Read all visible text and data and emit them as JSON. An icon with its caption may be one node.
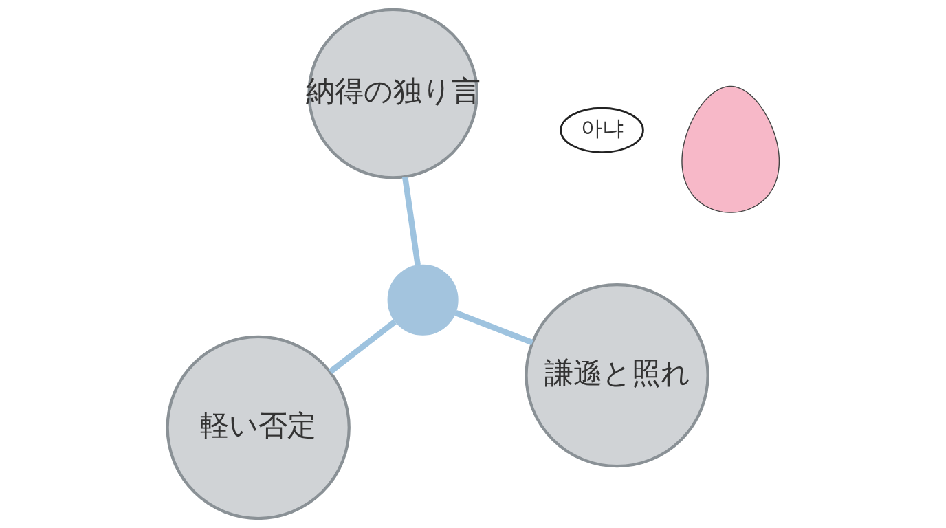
{
  "diagram": {
    "nodes": [
      {
        "text": [
          "軽い否定"
        ]
      },
      {
        "text": [
          "謙遜と照れ"
        ]
      },
      {
        "text": [],
        "shape": "circle"
      },
      {
        "text": [
          "納得の独り言"
        ]
      },
      {
        "text": [
          "아냐"
        ]
      },
      {
        "text": [],
        "shape": "person"
      }
    ],
    "edges": [
      {
        "from": 2,
        "to": 0,
        "arrow": "none"
      },
      {
        "from": 2,
        "to": 1,
        "arrow": "none"
      },
      {
        "from": 2,
        "to": 3,
        "arrow": "none"
      }
    ]
  }
}
